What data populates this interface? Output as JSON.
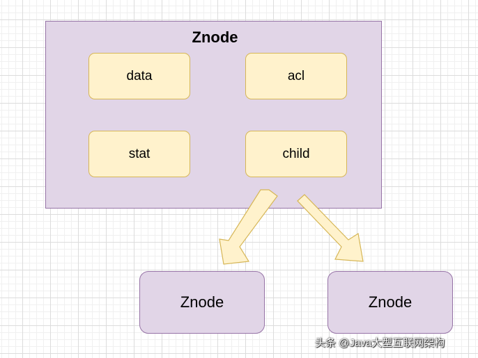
{
  "container": {
    "title": "Znode"
  },
  "fields": {
    "data": "data",
    "acl": "acl",
    "stat": "stat",
    "child": "child"
  },
  "children": {
    "left": "Znode",
    "right": "Znode"
  },
  "watermark": "头条 @Java大型互联网架构",
  "colors": {
    "container_fill": "#e1d5e7",
    "container_stroke": "#9673a6",
    "field_fill": "#fff2cc",
    "field_stroke": "#d6b656",
    "arrow_fill": "#fff2cc",
    "arrow_stroke": "#d6b656"
  }
}
